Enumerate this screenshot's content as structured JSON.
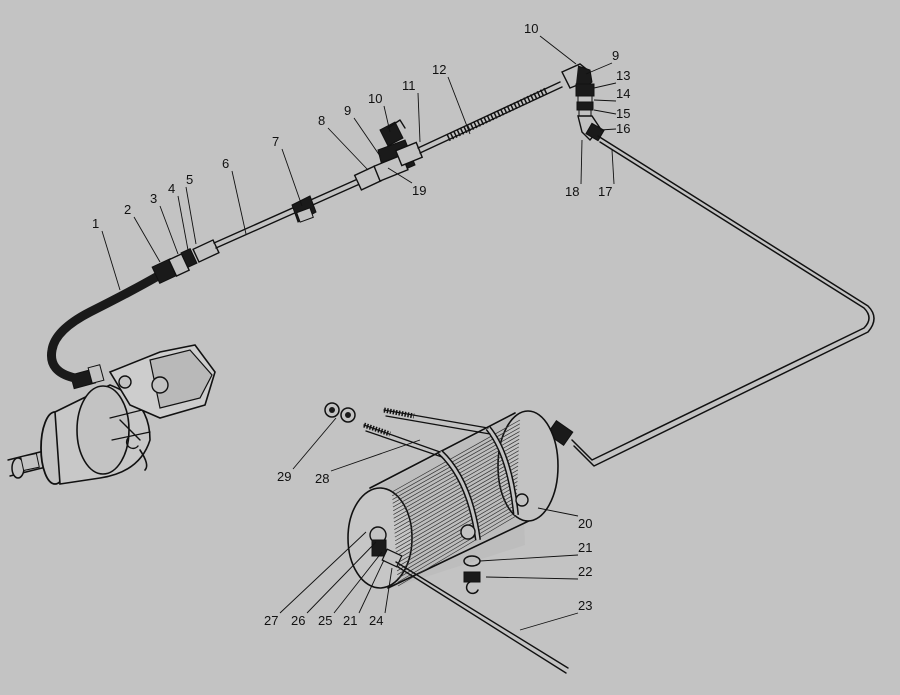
{
  "colors": {
    "background": "#c3c3c3",
    "ink": "#111111",
    "tank_fill": "#bdbdbd",
    "hose": "#1a1a1a"
  },
  "labels": [
    {
      "id": "l1",
      "text": "1"
    },
    {
      "id": "l2",
      "text": "2"
    },
    {
      "id": "l3",
      "text": "3"
    },
    {
      "id": "l4",
      "text": "4"
    },
    {
      "id": "l5",
      "text": "5"
    },
    {
      "id": "l6",
      "text": "6"
    },
    {
      "id": "l7",
      "text": "7"
    },
    {
      "id": "l8",
      "text": "8"
    },
    {
      "id": "l9a",
      "text": "9"
    },
    {
      "id": "l10a",
      "text": "10"
    },
    {
      "id": "l11",
      "text": "11"
    },
    {
      "id": "l12",
      "text": "12"
    },
    {
      "id": "l19",
      "text": "19"
    },
    {
      "id": "l10b",
      "text": "10"
    },
    {
      "id": "l9b",
      "text": "9"
    },
    {
      "id": "l13",
      "text": "13"
    },
    {
      "id": "l14",
      "text": "14"
    },
    {
      "id": "l15",
      "text": "15"
    },
    {
      "id": "l16",
      "text": "16"
    },
    {
      "id": "l18",
      "text": "18"
    },
    {
      "id": "l17",
      "text": "17"
    },
    {
      "id": "l20",
      "text": "20"
    },
    {
      "id": "l21a",
      "text": "21"
    },
    {
      "id": "l22",
      "text": "22"
    },
    {
      "id": "l23",
      "text": "23"
    },
    {
      "id": "l29",
      "text": "29"
    },
    {
      "id": "l28",
      "text": "28"
    },
    {
      "id": "l27",
      "text": "27"
    },
    {
      "id": "l26",
      "text": "26"
    },
    {
      "id": "l25",
      "text": "25"
    },
    {
      "id": "l21b",
      "text": "21"
    },
    {
      "id": "l24",
      "text": "24"
    }
  ]
}
